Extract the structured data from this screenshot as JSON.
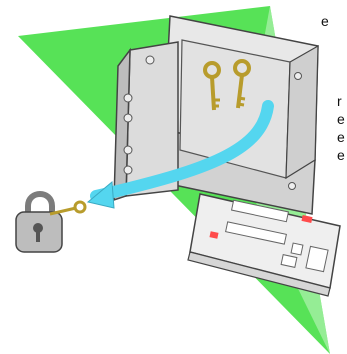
{
  "cropped_text_fragments": [
    "e",
    "",
    "r",
    "e",
    "e",
    "e"
  ],
  "colors": {
    "triangle": "#57e257",
    "triangle_pale": "#a9f0a9",
    "safe_body": "#ececec",
    "safe_shadow": "#c9c9c9",
    "safe_interior": "#e4e4e4",
    "outline": "#444444",
    "arrow": "#54d6ef",
    "key_gold": "#d9c45a",
    "lock_gray": "#bdbdbd",
    "keyboard_body": "#efefef",
    "keyboard_red": "#ff4b4b"
  },
  "icons": [
    "safe-icon",
    "key-icon",
    "padlock-icon",
    "keyboard-icon",
    "arrow-icon"
  ]
}
